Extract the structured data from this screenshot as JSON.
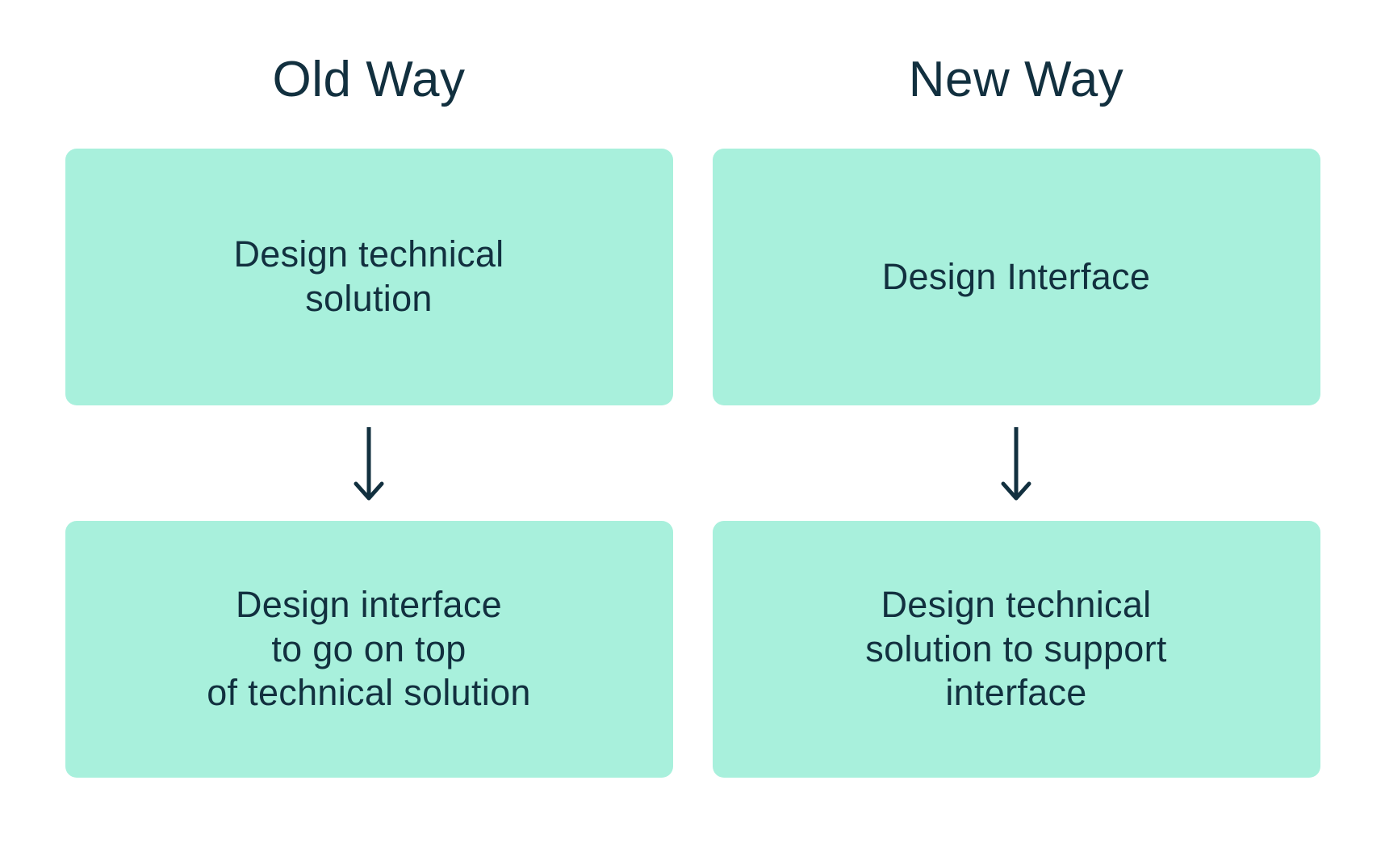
{
  "diagram": {
    "type": "comparison-flow",
    "background_color": "#ffffff",
    "box_color": "#a8f0dc",
    "text_color": "#12303f",
    "arrow_color": "#12303f",
    "columns": [
      {
        "id": "old-way",
        "title": "Old Way",
        "steps": [
          {
            "id": "old-step-1",
            "text": "Design technical\nsolution"
          },
          {
            "id": "old-step-2",
            "text": "Design interface\nto go on top\nof technical solution"
          }
        ],
        "connector": {
          "icon": "arrow-down-icon",
          "direction": "down"
        }
      },
      {
        "id": "new-way",
        "title": "New Way",
        "steps": [
          {
            "id": "new-step-1",
            "text": "Design Interface"
          },
          {
            "id": "new-step-2",
            "text": "Design technical\nsolution to support\ninterface"
          }
        ],
        "connector": {
          "icon": "arrow-down-icon",
          "direction": "down"
        }
      }
    ]
  }
}
